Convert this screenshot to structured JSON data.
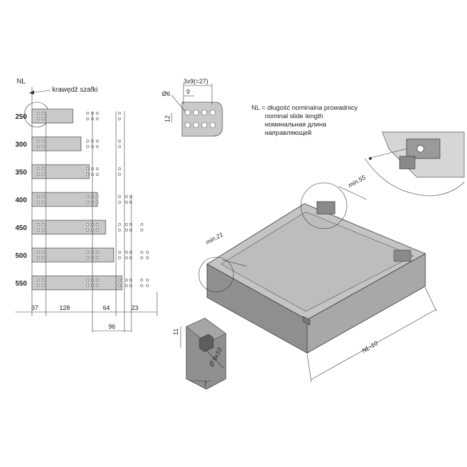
{
  "header": {
    "nl": "NL",
    "edge_label": "krawędź szafki"
  },
  "rails": [
    {
      "label": "250",
      "nl": 250
    },
    {
      "label": "300",
      "nl": 300
    },
    {
      "label": "350",
      "nl": 350
    },
    {
      "label": "400",
      "nl": 400
    },
    {
      "label": "450",
      "nl": 450
    },
    {
      "label": "500",
      "nl": 500
    },
    {
      "label": "550",
      "nl": 550
    }
  ],
  "bottom_dims": {
    "d37": "37",
    "d128": "128",
    "d64": "64",
    "d23": "23",
    "d96": "96"
  },
  "hole_detail": {
    "pitch": "3x9(=27)",
    "nine": "9",
    "dia": "Ø6",
    "twelve": "12"
  },
  "legend": {
    "line1": "NL = długość nominalna prowadnicy",
    "line2": "nominal slide length",
    "line3": "номинальная длина",
    "line4": "направляющей"
  },
  "drawer": {
    "min55": "min.55",
    "min21": "min.21",
    "nl10": "NL-10"
  },
  "slot_detail": {
    "eleven": "11",
    "dia": "Ø 6x10",
    "seven": "7"
  },
  "colors": {
    "rail": "#c9c9c9",
    "panel_top": "#c4c4c4",
    "panel_front": "#8f8f8f"
  }
}
